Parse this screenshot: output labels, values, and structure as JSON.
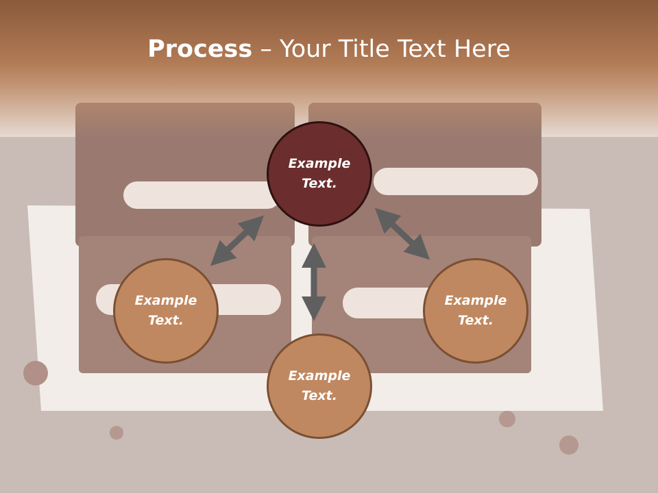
{
  "title": {
    "bold": "Process",
    "rest": " – Your Title Text Here"
  },
  "colors": {
    "header": "#a87050",
    "dark_circle": "#6b2d2d",
    "light_circle": "#c08860",
    "arrow": "#5f5f5f"
  },
  "circles": {
    "top": "Example\nText.",
    "left": "Example\nText.",
    "right": "Example\nText.",
    "bottom": "Example\nText."
  },
  "icons": {
    "arrows": "double-headed-arrow"
  }
}
